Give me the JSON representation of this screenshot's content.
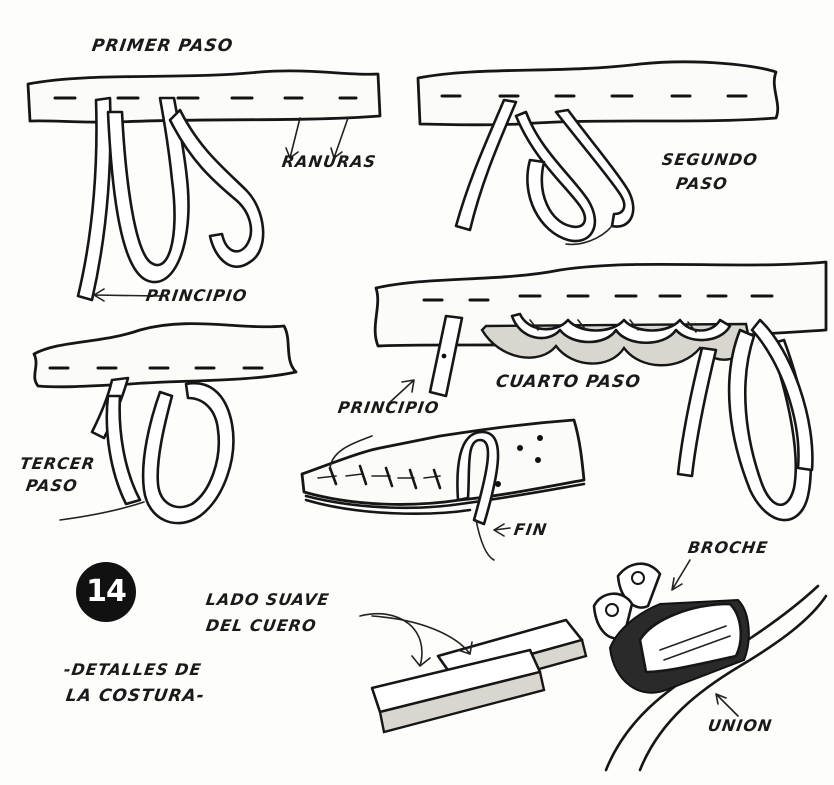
{
  "labels": {
    "primer_paso": "PRIMER PASO",
    "ranuras": "RANURAS",
    "segundo": "SEGUNDO",
    "paso_segundo": "PASO",
    "principio_left": "PRINCIPIO",
    "tercer": "TERCER",
    "paso_tercer": "PASO",
    "cuarto_paso": "CUARTO PASO",
    "principio_center": "PRINCIPIO",
    "fin": "FIN",
    "broche": "BROCHE",
    "lado_suave": "LADO SUAVE",
    "del_cuero": "DEL CUERO",
    "union": "UNION",
    "detalles_de": "-DETALLES DE",
    "la_costura": "LA COSTURA-"
  },
  "figure_number": "14"
}
